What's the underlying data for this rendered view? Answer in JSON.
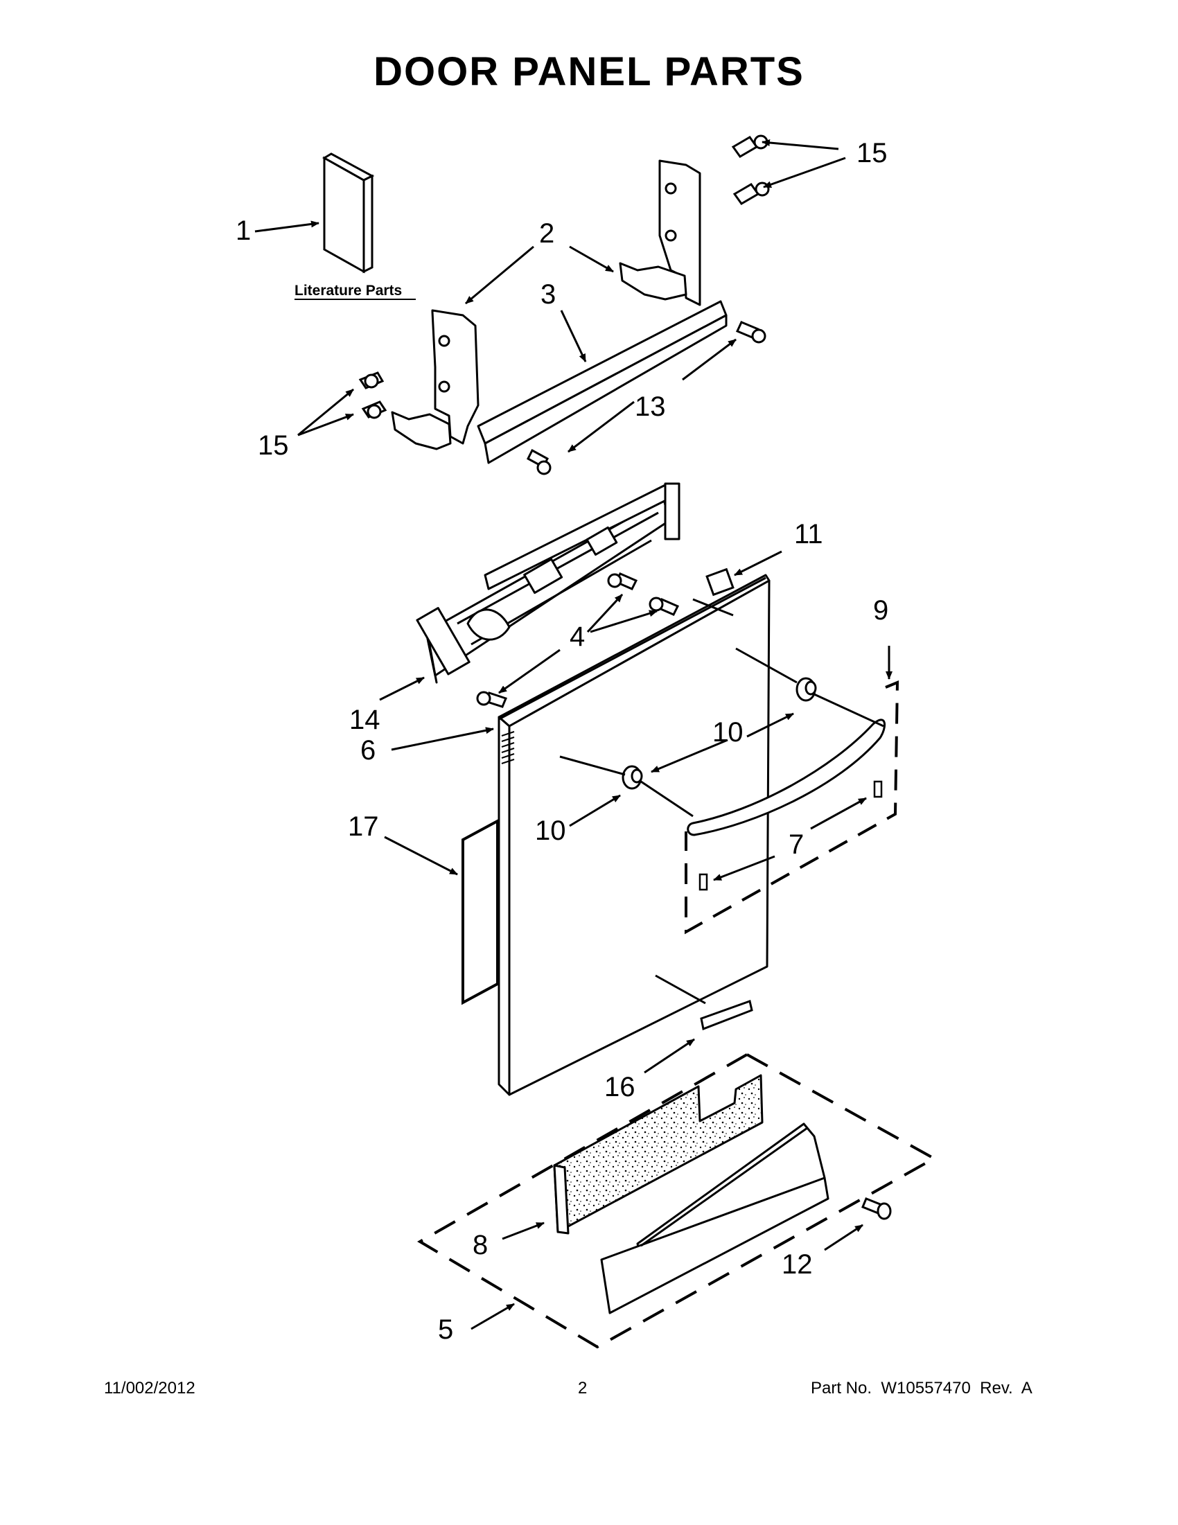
{
  "title": "DOOR PANEL PARTS",
  "literature_label": "Literature Parts",
  "callouts": {
    "c1": "1",
    "c2": "2",
    "c3": "3",
    "c4": "4",
    "c5": "5",
    "c6": "6",
    "c7": "7",
    "c8": "8",
    "c9": "9",
    "c10a": "10",
    "c10b": "10",
    "c11": "11",
    "c12": "12",
    "c13": "13",
    "c14": "14",
    "c15a": "15",
    "c15b": "15",
    "c16": "16",
    "c17": "17"
  },
  "footer": {
    "date": "11/002/2012",
    "page": "2",
    "part_no": "Part No.  W10557470  Rev.  A"
  }
}
